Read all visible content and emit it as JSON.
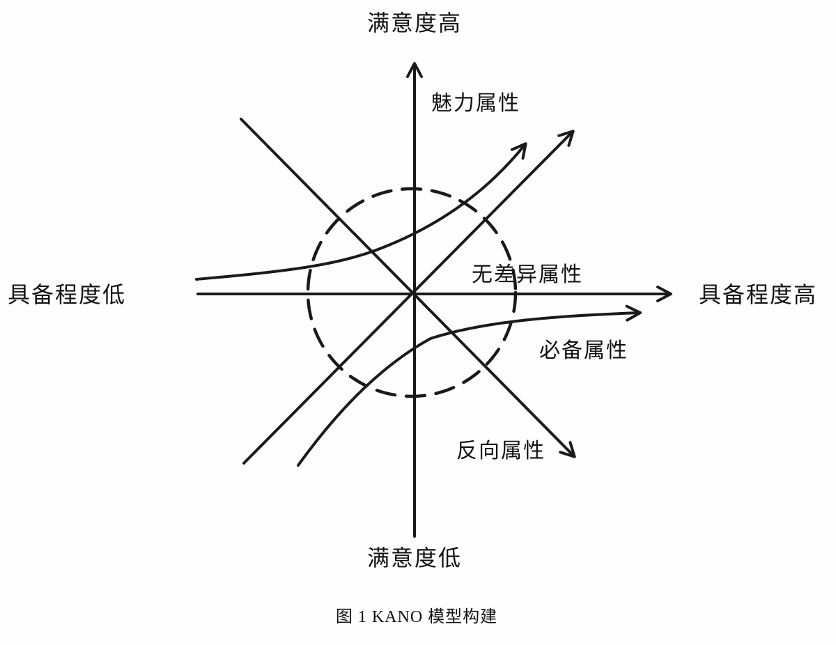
{
  "figure": {
    "type": "diagram",
    "title": "KANO model quadrant diagram",
    "caption": "图 1 KANO 模型构建",
    "axis_labels": {
      "top": "满意度高",
      "bottom": "满意度低",
      "left": "具备程度低",
      "right": "具备程度高"
    },
    "attribute_labels": {
      "attractive": "魅力属性",
      "indifferent": "无差异属性",
      "must_be": "必备属性",
      "reverse": "反向属性"
    },
    "elements": {
      "curves": [
        {
          "name": "attractive-curve",
          "shape": "exponential rising to upper-right arrow"
        },
        {
          "name": "must-be-curve",
          "shape": "logarithmic flattening toward right arrow below x-axis"
        },
        {
          "name": "one-dimensional-line",
          "shape": "straight diagonal bottom-left to top-right arrow"
        },
        {
          "name": "reverse-line",
          "shape": "straight diagonal top-left to bottom-right arrow"
        }
      ],
      "dashed_circle": {
        "present": true,
        "center": "origin of axes"
      }
    },
    "colors": {
      "stroke": "#1a1a1a",
      "text": "#111111",
      "background": "#fefefe"
    }
  }
}
